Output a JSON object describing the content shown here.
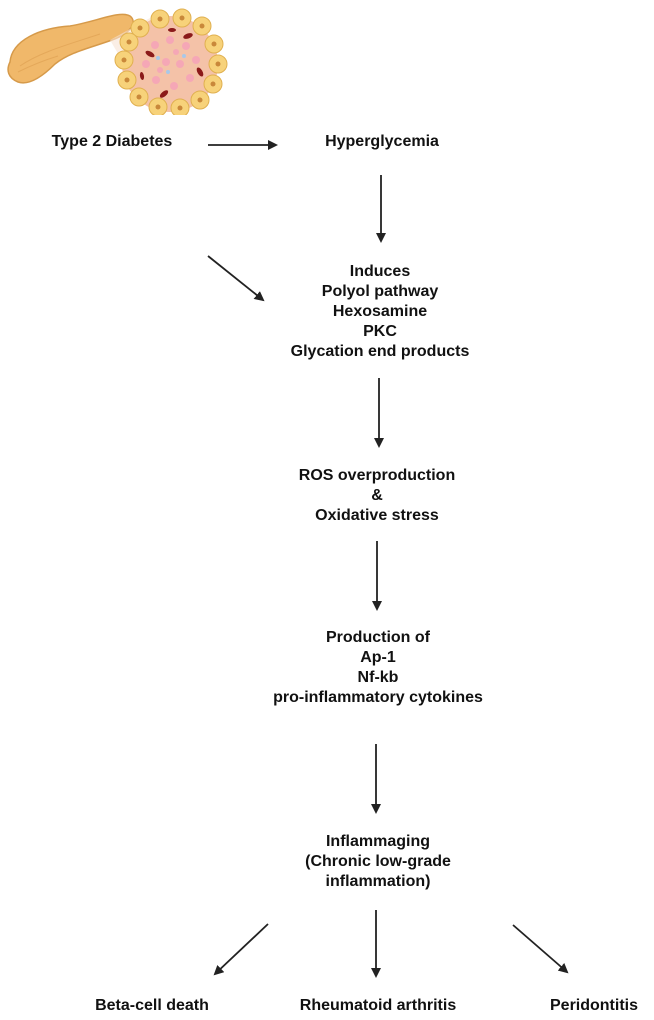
{
  "nodes": {
    "t2d": "Type 2 Diabetes",
    "hyperglycemia": "Hyperglycemia",
    "induces": [
      "Induces",
      "Polyol pathway",
      "Hexosamine",
      "PKC",
      "Glycation end products"
    ],
    "ros": [
      "ROS overproduction",
      "&",
      "Oxidative stress"
    ],
    "production": [
      "Production of",
      "Ap-1",
      "Nf-kb",
      "pro-inflammatory cytokines"
    ],
    "inflammaging": [
      "Inflammaging",
      "(Chronic low-grade",
      "inflammation)"
    ],
    "beta": "Beta-cell death",
    "ra": "Rheumatoid arthritis",
    "perio": "Peridontitis"
  },
  "illustration": {
    "icon": "pancreas-islet-icon",
    "colors": {
      "pancreas": "#f0b86a",
      "islet": "#f4c2a8",
      "cell": "#f7d27a",
      "red": "#8b1a1a"
    }
  }
}
